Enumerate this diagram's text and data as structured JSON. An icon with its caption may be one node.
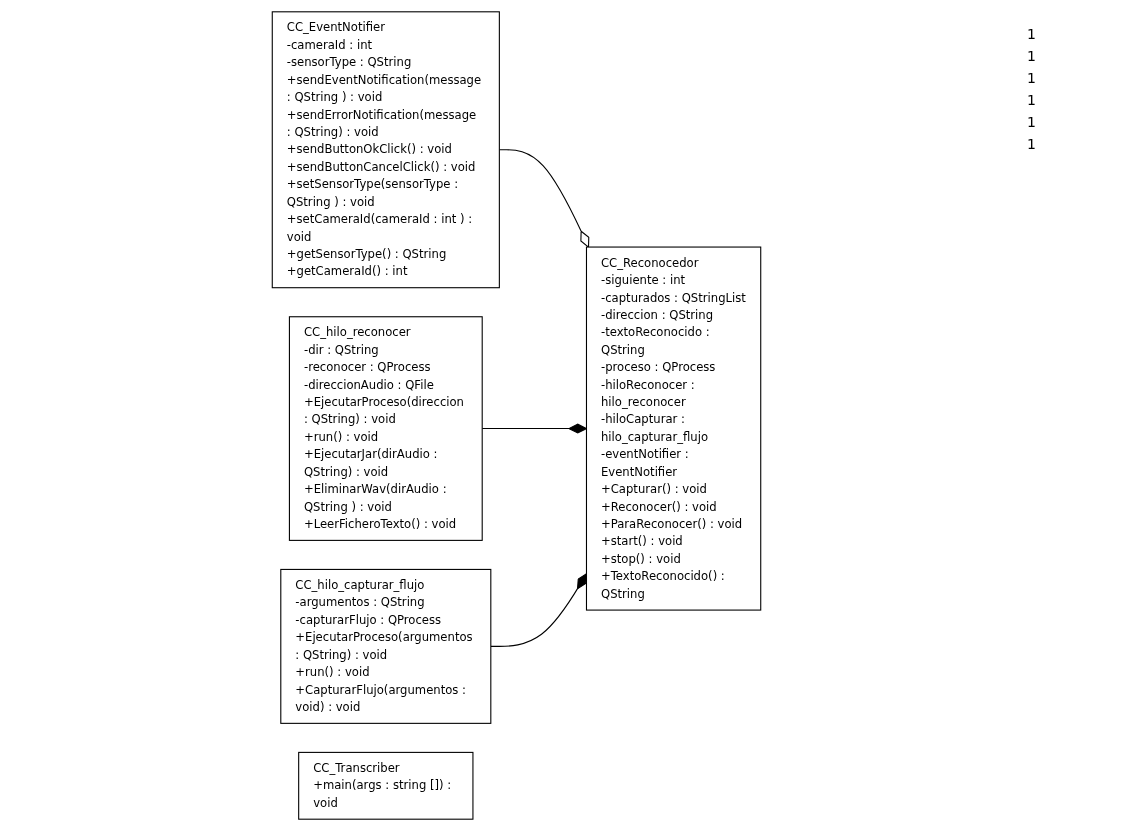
{
  "diagram": {
    "nodes": [
      {
        "text": [
          "CC_EventNotifier",
          "-cameraId : int",
          "-sensorType : QString",
          "+sendEventNotification(message : QString ) : void",
          "+sendErrorNotification(message : QString) : void",
          "+sendButtonOkClick() : void",
          "+sendButtonCancelClick() : void",
          "+setSensorType(sensorType : QString ) : void",
          "+setCameraId(cameraId : int ) : void",
          "+getSensorType() : QString",
          "+getCameraId() : int"
        ]
      },
      {
        "text": [
          "CC_Reconocedor",
          "-siguiente : int",
          "-capturados : QStringList",
          "-direccion : QString",
          "-textoReconocido : QString",
          "-proceso : QProcess",
          "-hiloReconocer : hilo_reconocer",
          "-hiloCapturar : hilo_capturar_flujo",
          "-eventNotifier : EventNotifier",
          "+Capturar() : void",
          "+Reconocer() : void",
          "+ParaReconocer() : void",
          "+start() : void",
          "+stop() : void",
          "+TextoReconocido() : QString"
        ]
      },
      {
        "text": [
          "CC_hilo_reconocer",
          "-dir : QString",
          "-reconocer : QProcess",
          "-direccionAudio : QFile",
          "+EjecutarProceso(direccion : QString) : void",
          "+run() : void",
          "+EjecutarJar(dirAudio : QString) : void",
          "+EliminarWav(dirAudio : QString ) : void",
          "+LeerFicheroTexto() : void"
        ]
      },
      {
        "text": [
          "CC_hilo_capturar_flujo",
          "-argumentos : QString",
          "-capturarFlujo : QProcess",
          "+EjecutarProceso(argumentos : QString) : void",
          "+run() : void",
          "+CapturarFlujo(argumentos : void) : void"
        ]
      },
      {
        "text": [
          "CC_Transcriber",
          "+main(args : string []) : void"
        ]
      }
    ],
    "edges": [
      {
        "from": 0,
        "to": 1,
        "arrow": "other"
      },
      {
        "from": 2,
        "to": 1,
        "arrow": "other"
      },
      {
        "from": 3,
        "to": 1,
        "arrow": "other"
      }
    ],
    "labels": [
      "1",
      "1",
      "1",
      "1",
      "1",
      "1"
    ]
  }
}
